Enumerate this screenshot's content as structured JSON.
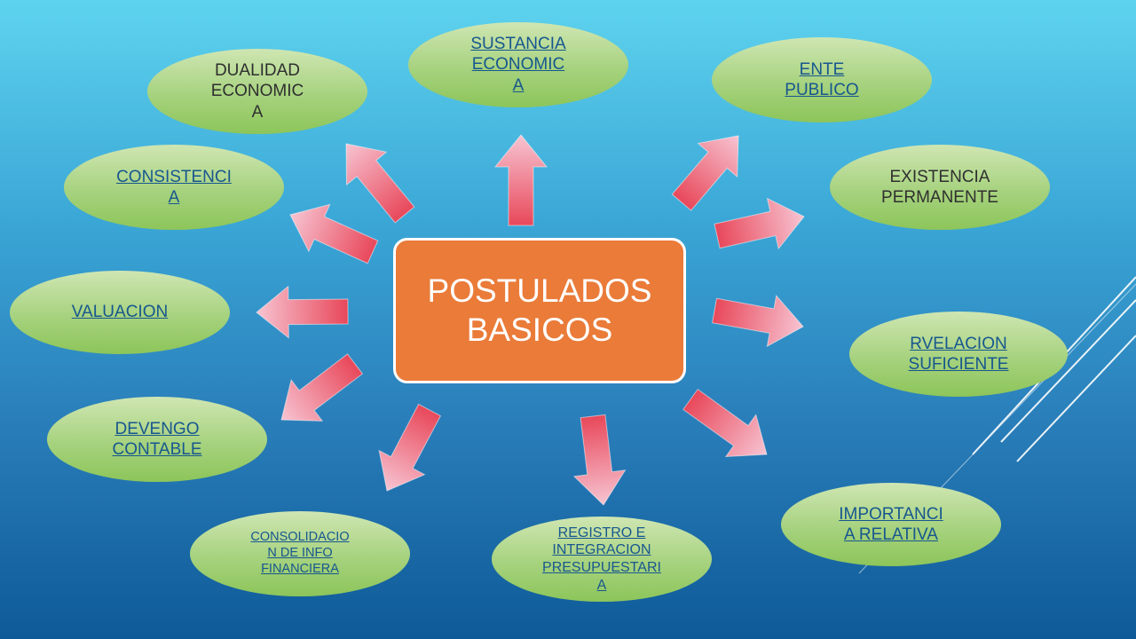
{
  "center": {
    "label": "POSTULADOS\nBASICOS"
  },
  "nodes": {
    "sustancia": "SUSTANCIA\nECONOMIC\nA",
    "ente": "ENTE\nPUBLICO",
    "existencia": "EXISTENCIA\nPERMANENTE",
    "revelacion": "RVELACION\nSUFICIENTE",
    "importancia": "IMPORTANCI\nA RELATIVA",
    "registro": "REGISTRO E\nINTEGRACION\nPRESUPUESTARI\nA",
    "consolidacion": "CONSOLIDACIO\nN DE INFO\nFINANCIERA",
    "devengo": "DEVENGO\nCONTABLE",
    "valuacion": "VALUACION",
    "consistencia": "CONSISTENCI\nA",
    "dualidad": "DUALIDAD\nECONOMIC\nA"
  },
  "colors": {
    "center_fill": "#ea7b39",
    "node_fill": "#a6d27e",
    "link_text": "#17578f",
    "arrow_light": "#f5b8c8",
    "arrow_dark": "#e8485a"
  }
}
